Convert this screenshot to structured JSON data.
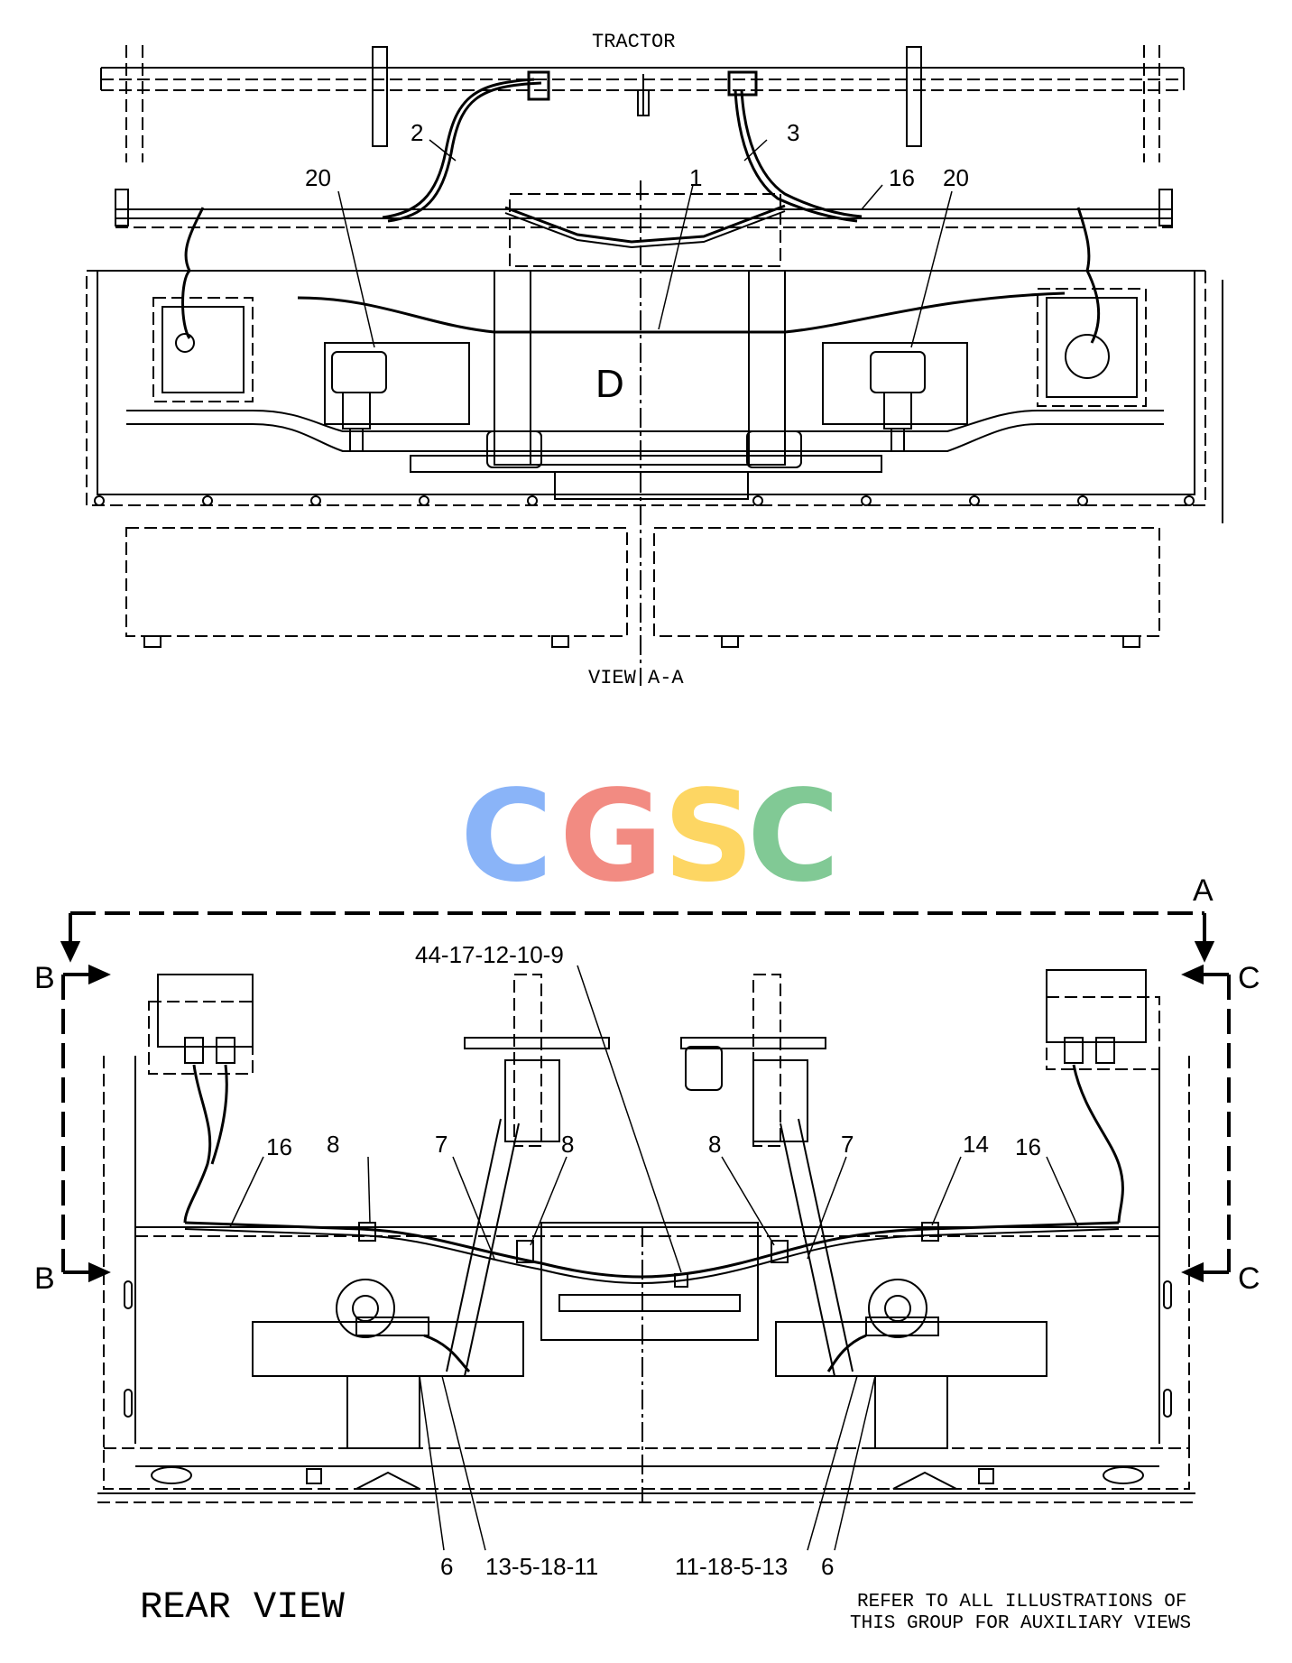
{
  "top_view": {
    "tractor_label": "TRACTOR",
    "view_label": "VIEW A-A",
    "section_letter": "D",
    "callouts": {
      "c1": "1",
      "c2": "2",
      "c3": "3",
      "c16": "16",
      "c20_left": "20",
      "c20_right": "20"
    }
  },
  "logo": {
    "letters": [
      "C",
      "G",
      "S",
      "C"
    ],
    "colors": [
      "#8ab4f8",
      "#f28b82",
      "#fdd663",
      "#81c995"
    ]
  },
  "rear_view": {
    "title": "REAR VIEW",
    "view_markers": {
      "a": "A",
      "b_top": "B",
      "b_bottom": "B",
      "c_top": "C",
      "c_bottom": "C"
    },
    "callouts": {
      "harness": "44-17-12-10-9",
      "c16_left": "16",
      "c8_a": "8",
      "c7_left": "7",
      "c8_b": "8",
      "c8_c": "8",
      "c7_right": "7",
      "c14": "14",
      "c16_right": "16",
      "c6_left": "6",
      "group_left": "13-5-18-11",
      "group_right": "11-18-5-13",
      "c6_right": "6"
    },
    "note_line1": "REFER TO ALL ILLUSTRATIONS OF",
    "note_line2": "THIS GROUP FOR AUXILIARY VIEWS"
  }
}
